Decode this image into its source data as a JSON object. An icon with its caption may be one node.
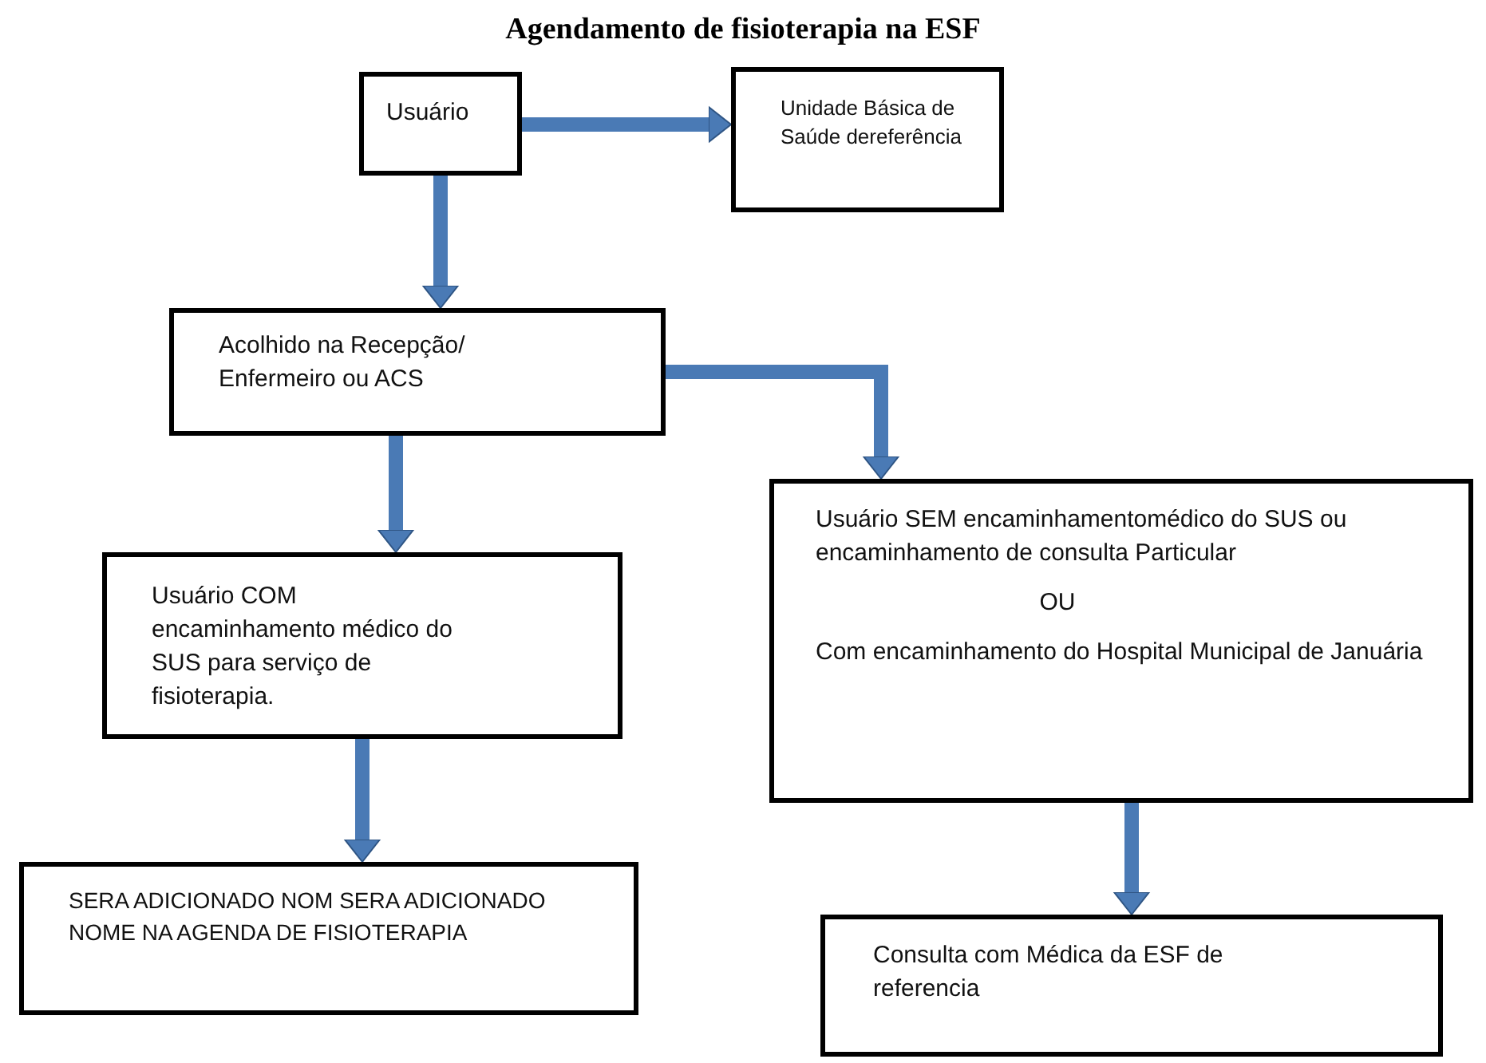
{
  "diagram": {
    "title": "Agendamento de fisioterapia na ESF",
    "nodes": [
      {
        "text": [
          "Usuário"
        ]
      },
      {
        "text": [
          "Unidade Básica de Saúde dereferência"
        ]
      },
      {
        "text": [
          "Acolhido na Recepção/ Enfermeiro ou ACS"
        ]
      },
      {
        "text": [
          "Usuário COM encaminhamento médico do SUS para serviço de fisioterapia."
        ]
      },
      {
        "text": [
          "Usuário SEM encaminhamentomédico do SUS ou encaminhamento de consulta Particular",
          "OU",
          "Com encaminhamento do Hospital Municipal de Januária"
        ]
      },
      {
        "text": [
          "SERA ADICIONADO NOM SERA ADICIONADO NOME  NA AGENDA DE FISIOTERAPIA"
        ]
      },
      {
        "text": [
          "Consulta com Médica da ESF de referencia"
        ]
      }
    ],
    "edges": [
      {
        "from": 0,
        "to": 1,
        "arrow": "to"
      },
      {
        "from": 0,
        "to": 2,
        "arrow": "to"
      },
      {
        "from": 2,
        "to": 4,
        "arrow": "to"
      },
      {
        "from": 2,
        "to": 3,
        "arrow": "to"
      },
      {
        "from": 3,
        "to": 5,
        "arrow": "to"
      },
      {
        "from": 4,
        "to": 6,
        "arrow": "to"
      }
    ]
  }
}
